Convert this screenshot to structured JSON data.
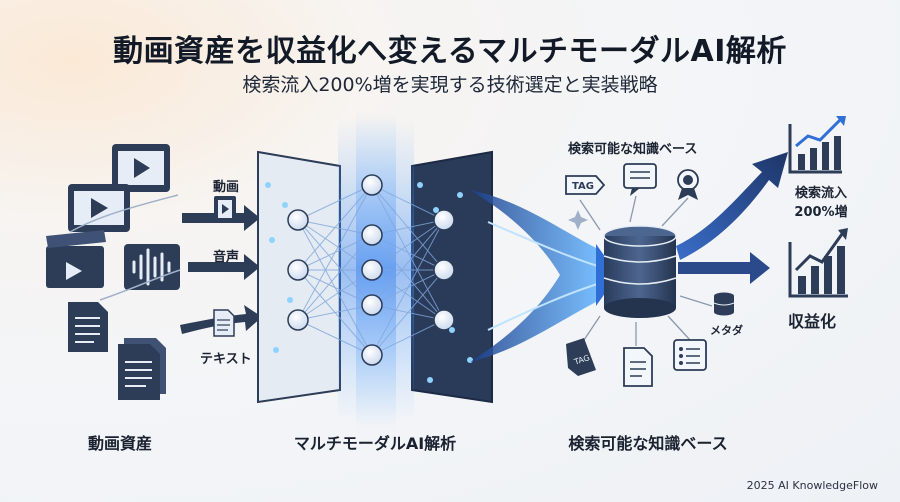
{
  "title": "動画資産を収益化へ変えるマルチモーダルAI解析",
  "subtitle": "検索流入200%増を実現する技術選定と実装戦略",
  "inputs": {
    "video_label": "動画",
    "audio_label": "音声",
    "text_label": "テキスト"
  },
  "knowledge_base": {
    "top_label": "検索可能な知識ベース",
    "tag_text": "TAG",
    "meta_label": "メタダ"
  },
  "outcomes": {
    "search_label_line1": "検索流入",
    "search_label_line2": "200%増",
    "revenue_label": "収益化"
  },
  "bottom_labels": {
    "assets": "動画資産",
    "analysis": "マルチモーダルAI解析",
    "kb": "検索可能な知識ベース"
  },
  "footer": "2025 AI KnowledgeFlow",
  "colors": {
    "navy": "#2b3a55",
    "blue": "#2f6fd6",
    "cyan": "#8fd2ff"
  }
}
